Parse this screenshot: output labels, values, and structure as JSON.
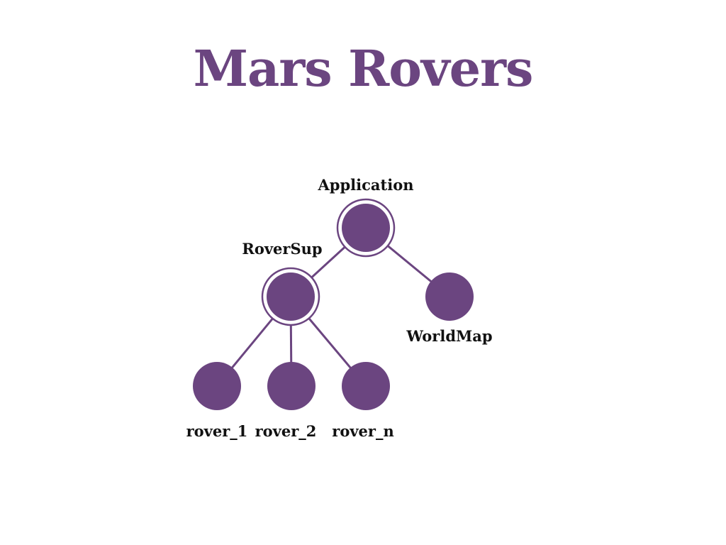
{
  "title": "Mars Rovers",
  "colors": {
    "accent": "#6b4580",
    "text": "#111111",
    "background": "#ffffff"
  },
  "tree": {
    "nodes": [
      {
        "id": "application",
        "label": "Application",
        "supervisor": true
      },
      {
        "id": "roversup",
        "label": "RoverSup",
        "supervisor": true
      },
      {
        "id": "worldmap",
        "label": "WorldMap",
        "supervisor": false
      },
      {
        "id": "rover_1",
        "label": "rover_1",
        "supervisor": false
      },
      {
        "id": "rover_2",
        "label": "rover_2",
        "supervisor": false
      },
      {
        "id": "rover_n",
        "label": "rover_n",
        "supervisor": false
      }
    ],
    "edges": [
      {
        "from": "application",
        "to": "roversup"
      },
      {
        "from": "application",
        "to": "worldmap"
      },
      {
        "from": "roversup",
        "to": "rover_1"
      },
      {
        "from": "roversup",
        "to": "rover_2"
      },
      {
        "from": "roversup",
        "to": "rover_n"
      }
    ]
  }
}
